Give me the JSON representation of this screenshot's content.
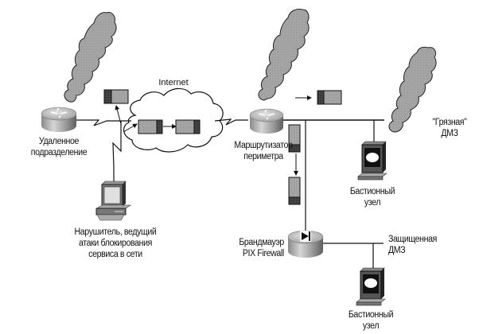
{
  "diagram": {
    "title": "Network with remote office, Internet, perimeter router, PIX firewall and DMZ zones",
    "nodes": {
      "internet": {
        "label": "Internet",
        "icon": "cloud-icon"
      },
      "remote_router": {
        "label": "Удаленное подразделение",
        "line1": "Удаленное",
        "line2": "подразделение",
        "icon": "router-icon"
      },
      "perimeter_router": {
        "label": "Маршрутизатор периметра",
        "line1": "Маршрутизатор",
        "line2": "периметра",
        "icon": "router-icon"
      },
      "attacker": {
        "label": "Нарушитель, ведущий атаки блокирования сервиса в сети",
        "line1": "Нарушитель, ведущий",
        "line2": "атаки блокирования",
        "line3": "сервиса в сети",
        "icon": "workstation-icon"
      },
      "dirty_dmz": {
        "label": "\"Грязная\" ДМЗ",
        "line1": "\"Грязная\"",
        "line2": "ДМЗ",
        "icon": "smoke-cloud-icon"
      },
      "bastion_1": {
        "label": "Бастионный узел",
        "line1": "Бастионный",
        "line2": "узел",
        "icon": "server-terminal-icon"
      },
      "firewall": {
        "label": "Брандмауэр PIX Firewall",
        "line1": "Брандмауэр",
        "line2": "PIX Firewall",
        "icon": "firewall-icon"
      },
      "protected_dmz": {
        "label": "Защищенная ДМЗ",
        "line1": "Защищенная",
        "line2": "ДМЗ"
      },
      "bastion_2": {
        "label": "Бастионный узел",
        "line1": "Бастионный",
        "line2": "узел",
        "icon": "server-terminal-icon"
      }
    },
    "packets": [
      {
        "id": "packet-to-attacker",
        "icon": "packet-icon"
      },
      {
        "id": "packet-in-cloud-1",
        "icon": "packet-icon"
      },
      {
        "id": "packet-in-cloud-2",
        "icon": "packet-icon"
      },
      {
        "id": "packet-right-of-router",
        "icon": "packet-icon"
      },
      {
        "id": "packet-below-router-1",
        "icon": "packet-icon"
      },
      {
        "id": "packet-below-router-2",
        "icon": "packet-icon"
      }
    ],
    "smoke_plumes": 3,
    "colors": {
      "packet_fill": "#a6a6a6",
      "packet_dark": "#3c3c3c",
      "smoke_fill": "#a9a9a9",
      "line": "#1a1a1a",
      "router_top": "#d0d0d0",
      "router_side": "#7a7a7a"
    }
  }
}
